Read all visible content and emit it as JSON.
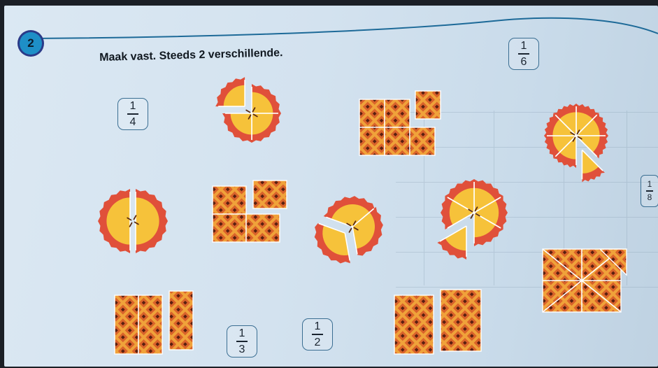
{
  "exercise": {
    "number": "2",
    "instruction": "Maak vast. Steeds 2 verschillende.",
    "accent_color": "#1e8fc7"
  },
  "fraction_labels": [
    {
      "id": "one-sixth",
      "numerator": "1",
      "denominator": "6"
    },
    {
      "id": "one-quarter",
      "numerator": "1",
      "denominator": "4"
    },
    {
      "id": "one-eighth",
      "numerator": "1",
      "denominator": "8"
    },
    {
      "id": "one-third",
      "numerator": "1",
      "denominator": "3"
    },
    {
      "id": "one-half",
      "numerator": "1",
      "denominator": "2"
    }
  ],
  "pictures": [
    {
      "id": "pie-quarter",
      "kind": "pie",
      "parts": 4,
      "removed_parts": 1
    },
    {
      "id": "cake-sixth",
      "kind": "sheet-cake",
      "parts": 6,
      "removed_parts": 1
    },
    {
      "id": "pie-eighth",
      "kind": "pie",
      "parts": 8,
      "removed_parts": 1
    },
    {
      "id": "pie-half",
      "kind": "pie",
      "parts": 2,
      "removed_parts": 0
    },
    {
      "id": "cake-quarter",
      "kind": "sheet-cake",
      "parts": 4,
      "removed_parts": 1
    },
    {
      "id": "pie-third",
      "kind": "pie",
      "parts": 3,
      "removed_parts": 1
    },
    {
      "id": "pie-sixth",
      "kind": "pie",
      "parts": 6,
      "removed_parts": 1
    },
    {
      "id": "cake-eighth",
      "kind": "sheet-cake",
      "parts": 8,
      "removed_parts": 1
    },
    {
      "id": "cake-third",
      "kind": "sheet-cake",
      "parts": 3,
      "removed_parts": 1
    },
    {
      "id": "cake-half",
      "kind": "sheet-cake",
      "parts": 2,
      "removed_parts": 1
    }
  ],
  "colors": {
    "pie_crust": "#e0503a",
    "pie_filling": "#f6c23a",
    "cake_base": "#d9622a",
    "cake_lattice": "#f0a23a",
    "cake_dots": "#5a1f10",
    "frame": "#3a6e92"
  }
}
